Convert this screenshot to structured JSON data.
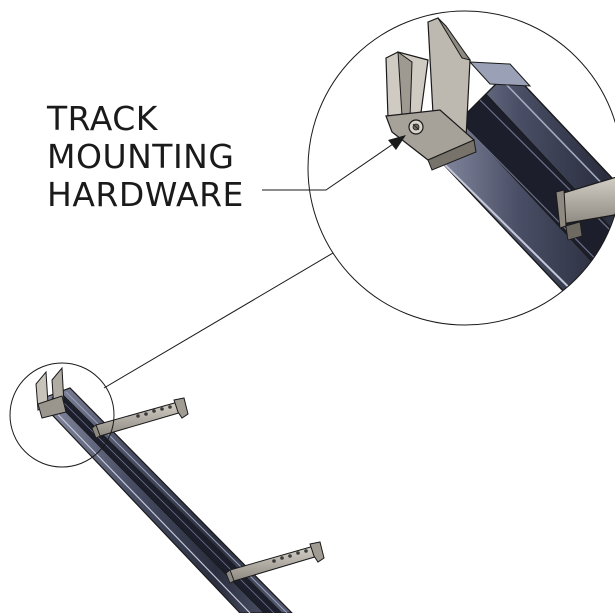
{
  "callout": {
    "lines": [
      "TRACK",
      "MOUNTING",
      "HARDWARE"
    ]
  },
  "colors": {
    "line": "#1a1a1a",
    "track_dark": "#2a2e3e",
    "track_mid": "#4a4f66",
    "track_light": "#8a8fa6",
    "bracket": "#b8b4ac",
    "bracket_dark": "#7e7a72",
    "background": "#ffffff"
  }
}
